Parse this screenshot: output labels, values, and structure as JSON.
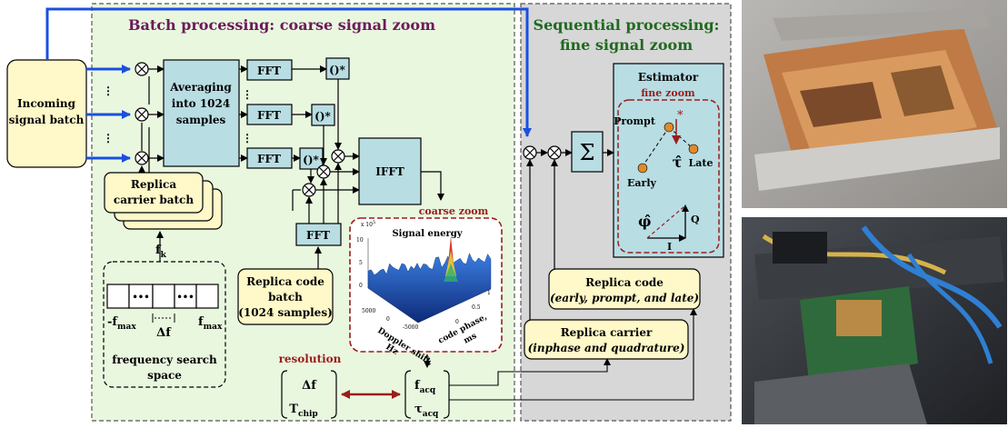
{
  "batch": {
    "title": "Batch processing: coarse signal zoom",
    "incoming": [
      "Incoming",
      "signal batch"
    ],
    "averaging": [
      "Averaging",
      "into 1024",
      "samples"
    ],
    "fft": "FFT",
    "conj": "()*",
    "ifft": "IFFT",
    "replica_carrier_batch": [
      "Replica",
      "carrier batch"
    ],
    "fk": "f",
    "fk_sub": "k",
    "replica_code_batch": [
      "Replica code",
      "batch",
      "(1024 samples)"
    ],
    "coarse_zoom": "coarse zoom",
    "signal_energy": "Signal energy",
    "plot_exponent": "x 10",
    "plot_exponent_power": "5",
    "plot_z_ticks": [
      "10",
      "5",
      "0"
    ],
    "plot_x_ticks": [
      "5000",
      "0",
      "-5000"
    ],
    "plot_y_ticks": [
      "1",
      "0.5",
      "0"
    ],
    "plot_x_label": [
      "Doppler shift,",
      "Hz"
    ],
    "plot_y_label": [
      "code phase,",
      "ms"
    ],
    "fmin": "-f",
    "fmin_sub": "max",
    "fmax": "f",
    "fmax_sub": "max",
    "delta_f": "Δf",
    "dots": "•••",
    "freq_space": [
      "frequency search",
      "space"
    ],
    "resolution": "resolution",
    "res_df": "Δf",
    "res_tchip": "T",
    "res_tchip_sub": "chip",
    "f_acq": "f",
    "f_acq_sub": "acq",
    "tau_acq": "τ",
    "tau_acq_sub": "acq"
  },
  "sequential": {
    "title": [
      "Sequential processing:",
      "fine signal zoom"
    ],
    "estimator": "Estimator",
    "fine_zoom": "fine zoom",
    "prompt": "Prompt",
    "late": "Late",
    "early": "Early",
    "tau_hat": "τ̂",
    "phi_hat": "φ̂",
    "q": "Q",
    "i": "I",
    "sum": "Σ",
    "replica_code": [
      "Replica code",
      "(early, prompt, and late)"
    ],
    "replica_carrier": [
      "Replica carrier",
      "(inphase and quadrature)"
    ]
  },
  "photos": {
    "top": "hardware-enclosure-photo",
    "bottom": "computer-interior-photo"
  },
  "colors": {
    "batch_title": "#6b1a5a",
    "seq_title": "#1f6a1f",
    "green_bg": "#e9f7df",
    "gray_bg": "#d7d7d7",
    "block": "#b8dde3",
    "yellow": "#fff8c8",
    "maroon": "#9b1c1c",
    "blue_line": "#1a4fe0"
  }
}
